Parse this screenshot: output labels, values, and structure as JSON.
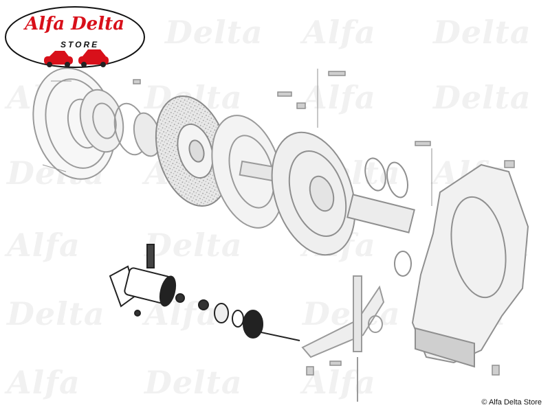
{
  "logo": {
    "name": "Alfa Delta",
    "store": "STORE"
  },
  "watermark": {
    "word_a": "Alfa",
    "word_b": "Delta"
  },
  "footer": {
    "copyright": "© Alfa Delta Store"
  },
  "colors": {
    "logo_red": "#d8101a",
    "drawing_grey": "#9a9a9a",
    "drawing_dark": "#222222",
    "watermark": "#f1f1f1"
  }
}
